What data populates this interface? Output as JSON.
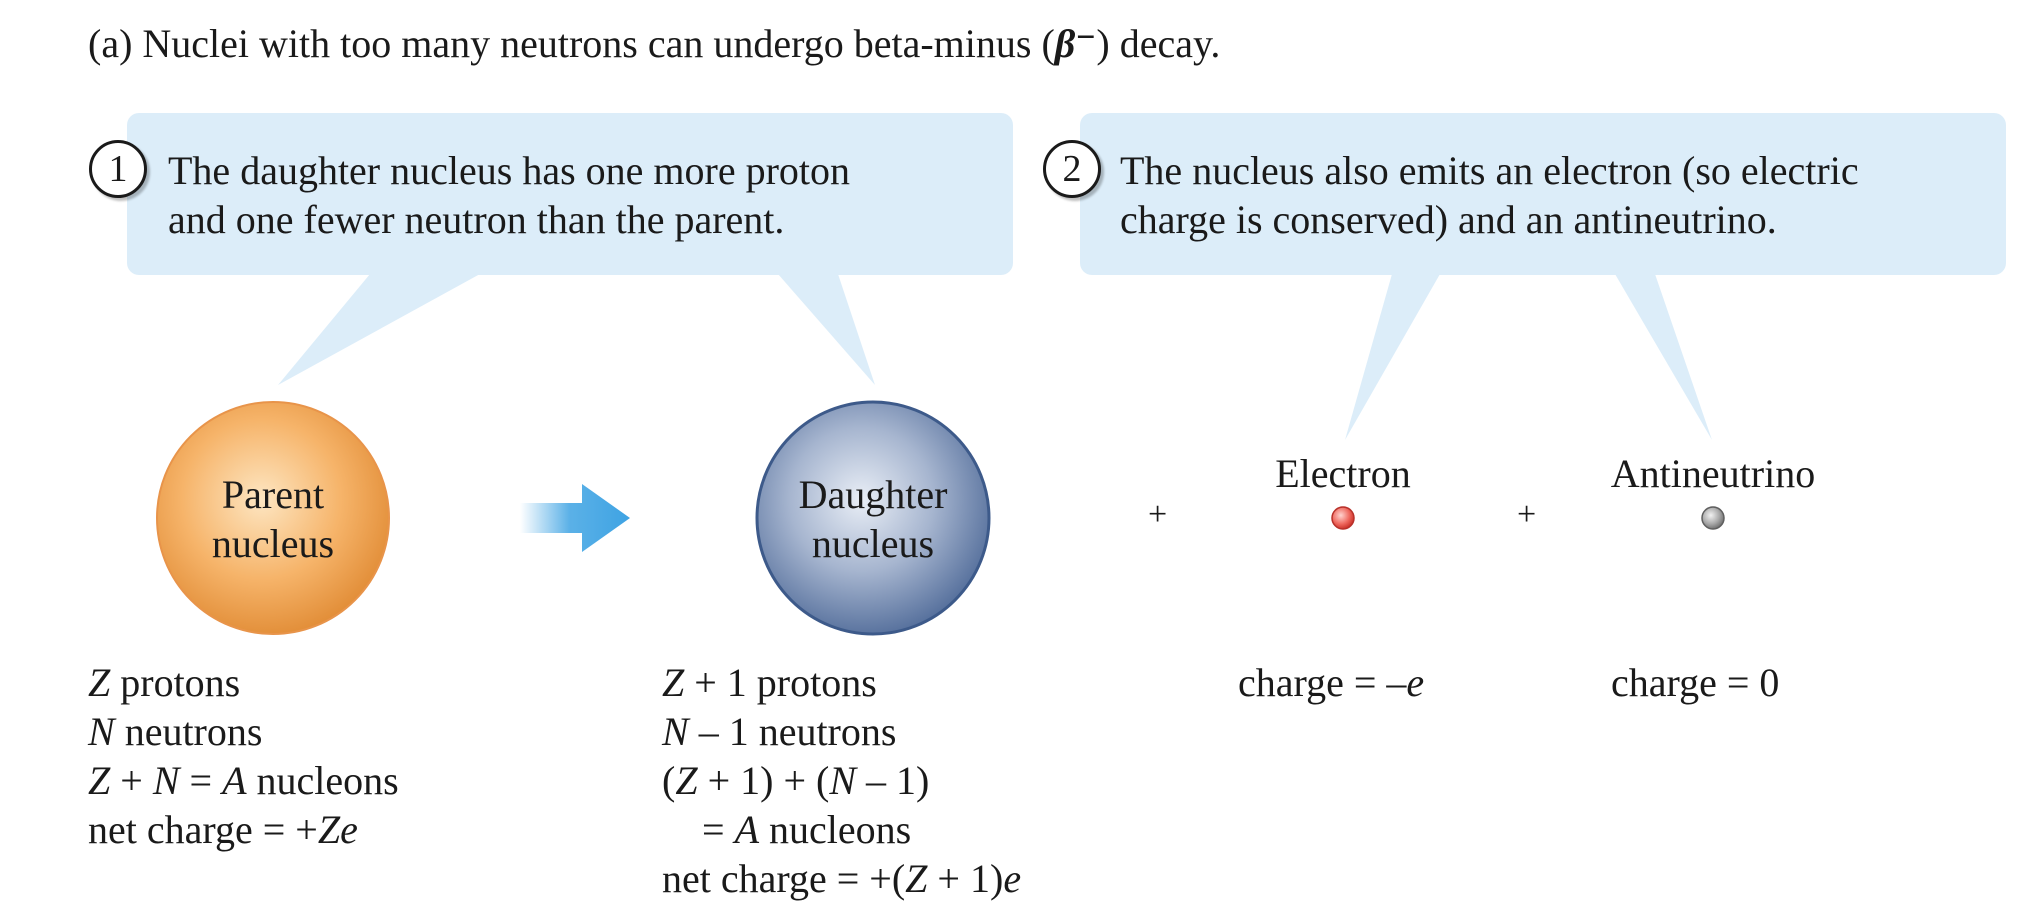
{
  "heading": {
    "prefix": "(a) Nuclei with too many neutrons can undergo beta-minus (",
    "beta_symbol": "β⁻",
    "suffix": ") decay."
  },
  "callouts": [
    {
      "number": "1",
      "line1": "The daughter nucleus has one more proton",
      "line2": "and one fewer neutron than the parent."
    },
    {
      "number": "2",
      "line1": "The nucleus also emits an electron (so electric",
      "line2": "charge is conserved) and an antineutrino."
    }
  ],
  "parent": {
    "label_line1": "Parent",
    "label_line2": "nucleus",
    "info": [
      "Z protons",
      "N neutrons",
      "Z + N = A nucleons",
      "net charge = +Ze"
    ]
  },
  "daughter": {
    "label_line1": "Daughter",
    "label_line2": "nucleus",
    "info": [
      "Z + 1 protons",
      "N − 1 neutrons",
      "(Z + 1) + (N − 1)",
      "= A nucleons",
      "net charge = +(Z + 1)e"
    ]
  },
  "electron": {
    "label": "Electron",
    "charge": "charge = −e"
  },
  "antineutrino": {
    "label": "Antineutrino",
    "charge": "charge = 0"
  },
  "plus_sign": "+",
  "colors": {
    "bubble": "#dcedf9",
    "parent_nucleus": "#f0a050",
    "daughter_nucleus": "#5d78a5",
    "arrow": "#3ea3e3",
    "electron": "#e0433c",
    "antineutrino": "#8a8a8a"
  }
}
